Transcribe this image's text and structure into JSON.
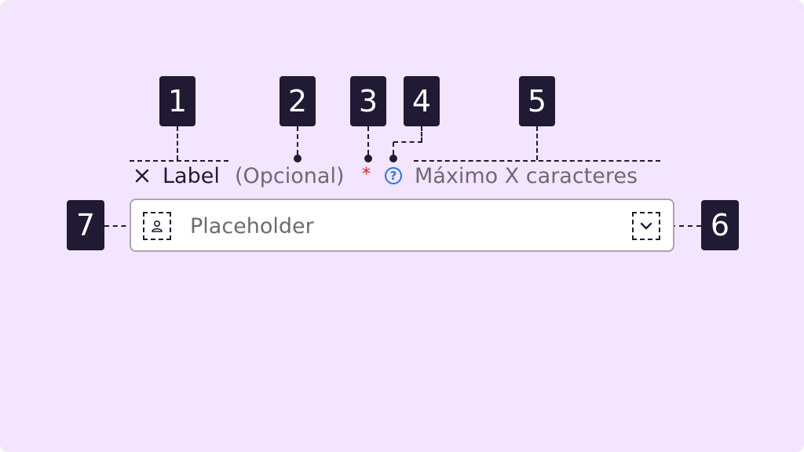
{
  "callouts": [
    "1",
    "2",
    "3",
    "4",
    "5",
    "6",
    "7"
  ],
  "label_row": {
    "close_icon": "close-icon",
    "label": "Label",
    "optional": "(Opcional)",
    "required_marker": "*",
    "help_icon": "help-icon",
    "help_glyph": "?",
    "character_hint": "Máximo X caracteres"
  },
  "field": {
    "leading_icon": "person-icon",
    "placeholder": "Placeholder",
    "trailing_icon": "chevron-down-icon"
  },
  "colors": {
    "background": "#f3e5fe",
    "badge": "#201a35",
    "required": "#d0261f",
    "help": "#1f7ad6",
    "muted_text": "#6e6a73",
    "field_border": "#a9a6ad"
  }
}
